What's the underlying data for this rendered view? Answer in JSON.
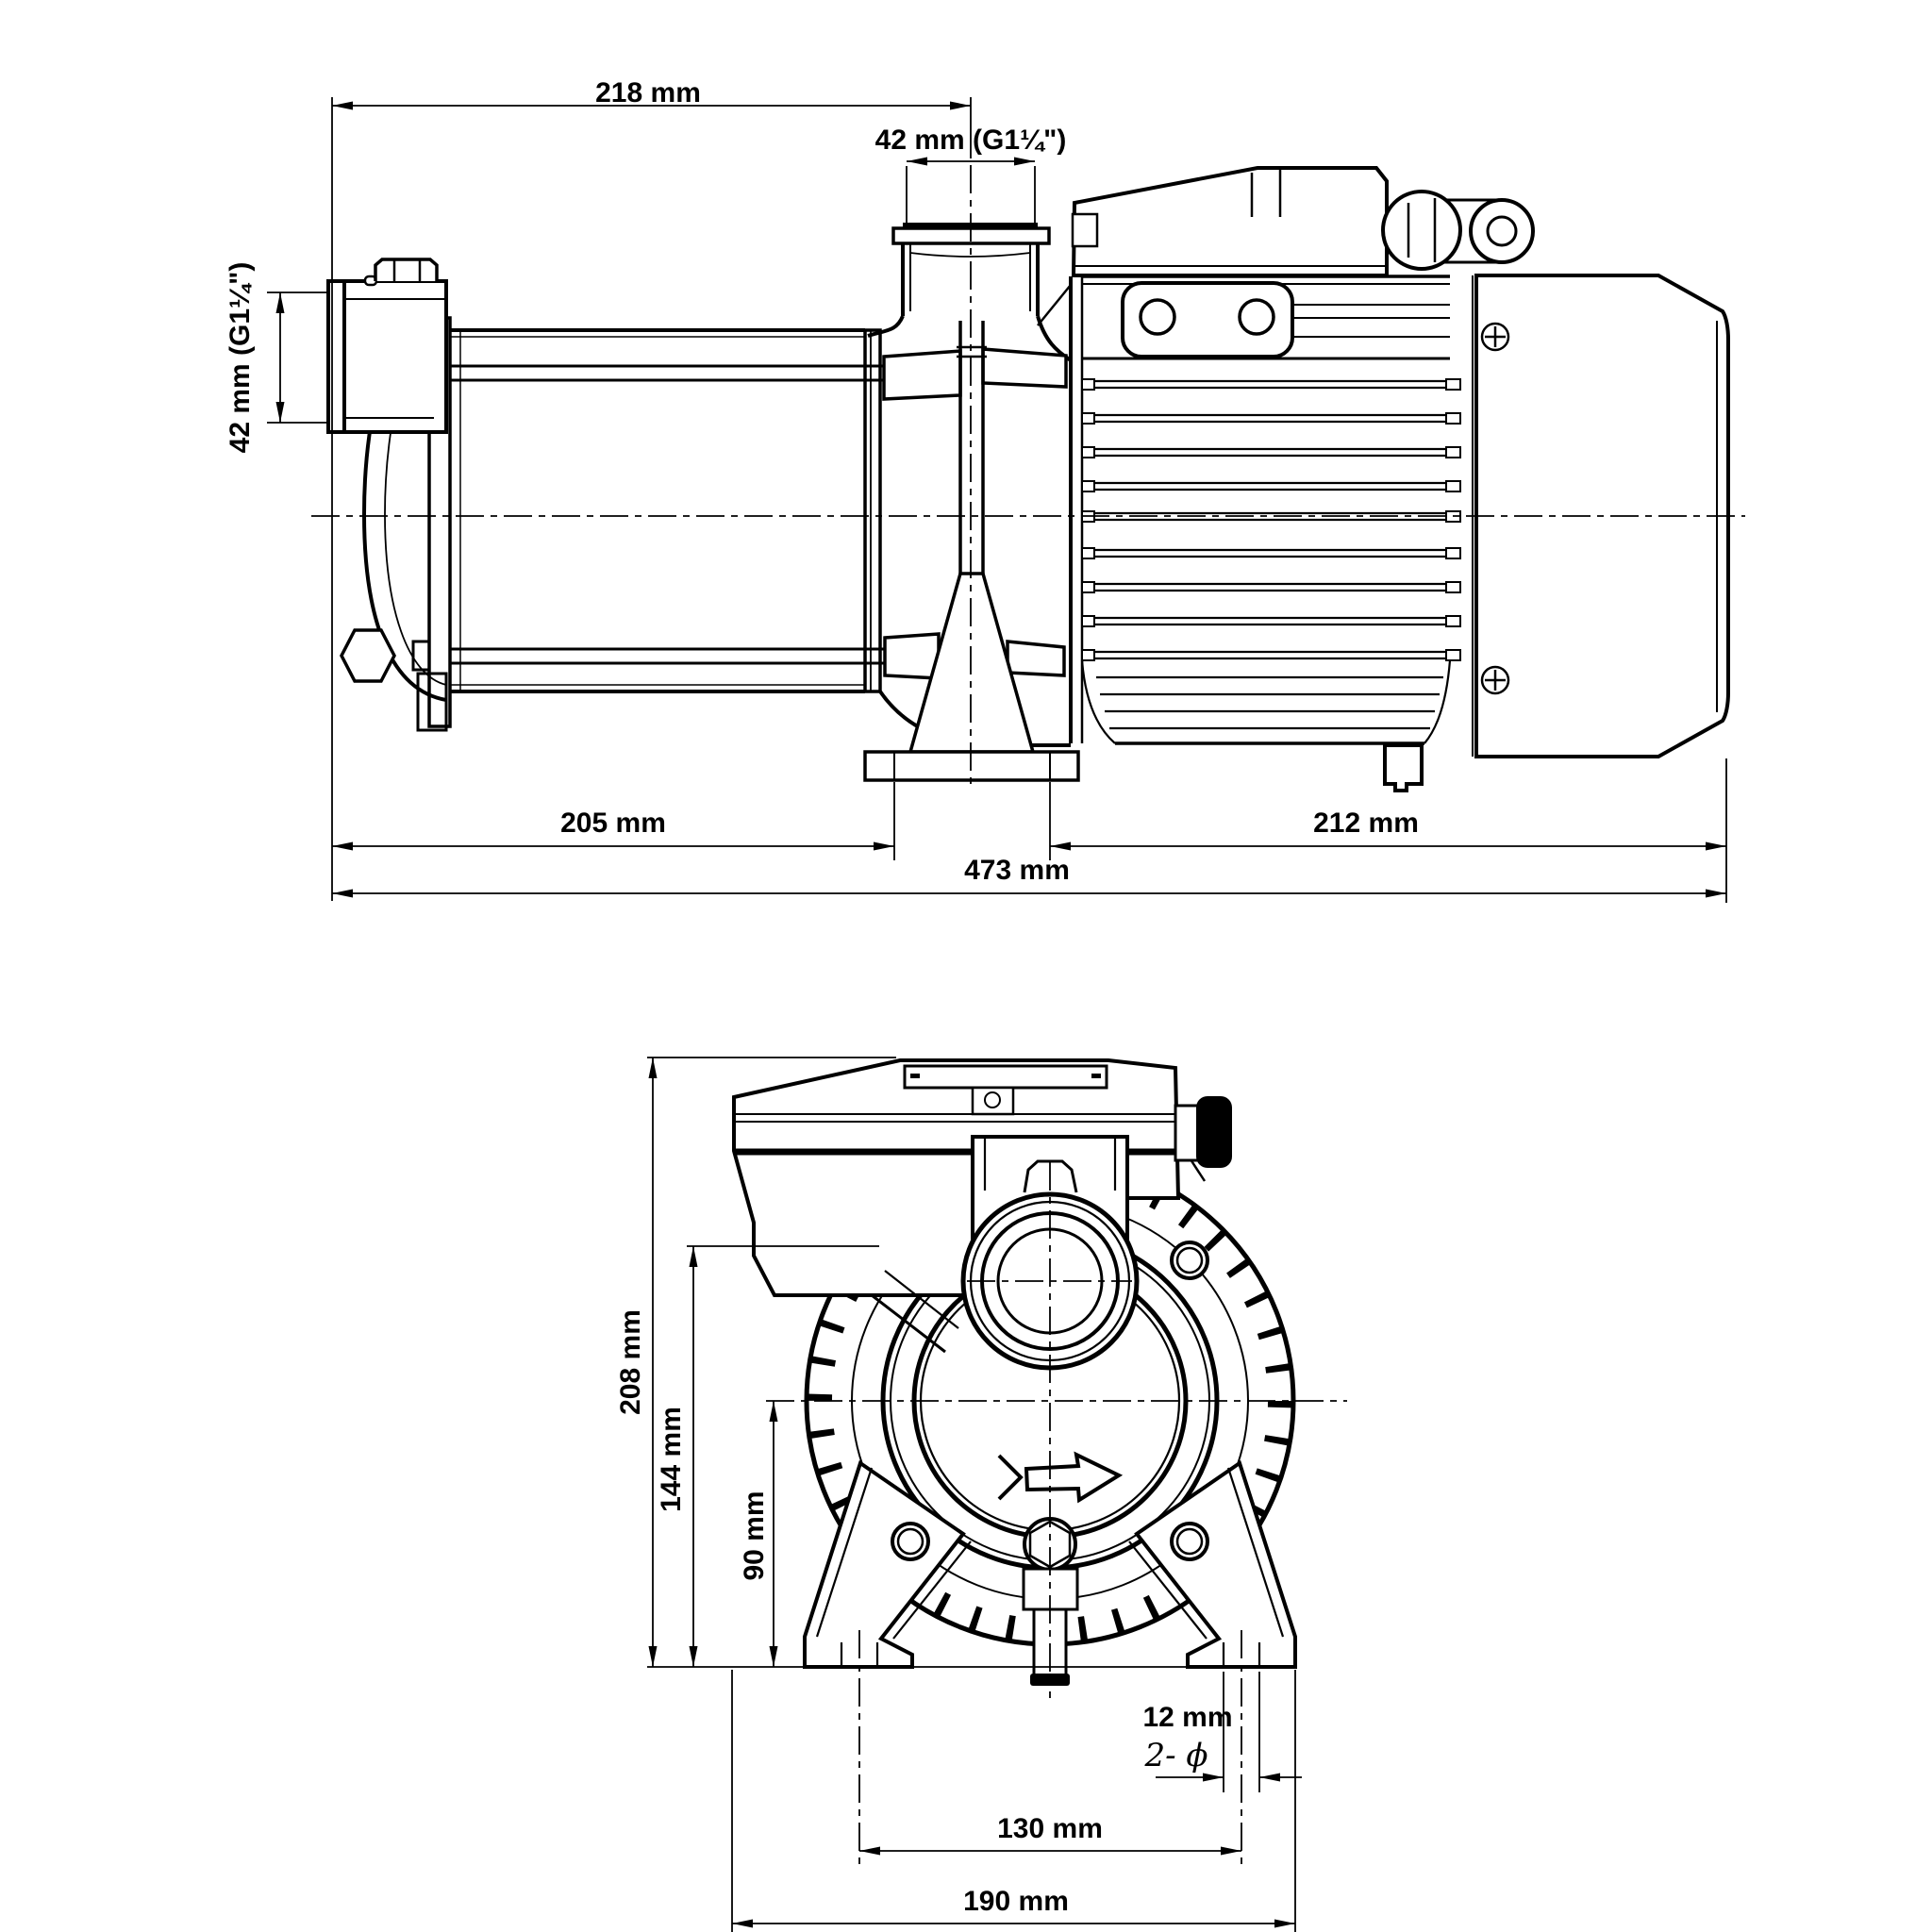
{
  "drawing": {
    "title": "pump-outline-dimension-drawing",
    "side_view": {
      "d218": "218 mm",
      "d42_port": "42 mm (G1¼\")",
      "d42_suction": "42 mm (G1¼\")",
      "d205": "205 mm",
      "d212": "212 mm",
      "d473": "473 mm"
    },
    "front_view": {
      "d208": "208 mm",
      "d144": "144 mm",
      "d90": "90 mm",
      "d12": "12 mm",
      "d12_note": "2- ϕ",
      "d130": "130 mm",
      "d190": "190 mm"
    }
  },
  "colors": {
    "line": "#000000",
    "background": "#ffffff"
  }
}
